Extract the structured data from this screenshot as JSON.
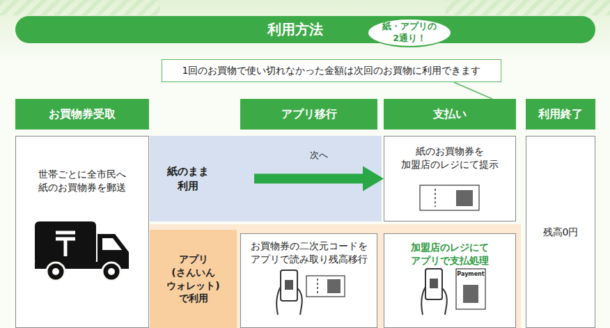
{
  "diagram": {
    "title": "利用方法",
    "nodes": [
      {
        "text": [
          "紙・アプリの 2通り！"
        ]
      },
      {
        "text": [
          "1回のお買物で使い切れなかった金額は次回のお買物に利用できます"
        ]
      },
      {
        "text": [
          "お買物券受取"
        ]
      },
      {
        "text": [
          "アプリ移行"
        ]
      },
      {
        "text": [
          "支払い"
        ]
      },
      {
        "text": [
          "利用終了"
        ]
      },
      {
        "text": [
          "世帯ごとに全市民へ 紙のお買物券を郵送"
        ]
      },
      {
        "text": [
          "紙のまま 利用"
        ]
      },
      {
        "text": [
          "紙のお買物券を 加盟店のレジにて提示"
        ]
      },
      {
        "text": [
          "残高0円"
        ]
      },
      {
        "text": [
          "アプリ (さんいん ウォレット) で利用"
        ]
      },
      {
        "text": [
          "お買物券の二次元コードを アプリで読み取り残高移行"
        ]
      },
      {
        "text": [
          "加盟店のレジにて アプリで支払処理"
        ]
      }
    ],
    "edges": [
      {
        "from": 7,
        "to": 8,
        "arrow": "to",
        "label": "次へ"
      },
      {
        "from": 1,
        "to": 4,
        "arrow": "none"
      }
    ],
    "labels": [
      "Payment"
    ]
  }
}
